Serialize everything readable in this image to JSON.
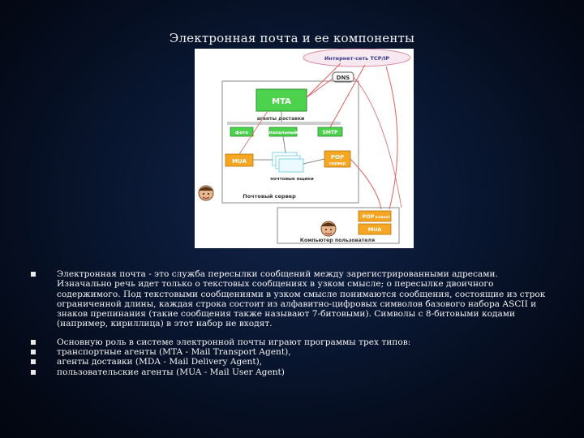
{
  "slide": {
    "title": "Электронная почта и ее компоненты"
  },
  "figure": {
    "internet_label": "Интернет-сеть TCP/IP",
    "dns": "DNS",
    "mta": "MTA",
    "delivery_agents": "агенты доставки",
    "agent_1": "фото",
    "agent_2": "локальный",
    "smtp": "SMTP",
    "mua": "MUA",
    "pop": "POP",
    "pop_sub": "сервер",
    "mailbox": "почтовые ящики",
    "mail_server": "Почтовый сервер",
    "pop_client": "POP",
    "pop_client_sub": "клиент",
    "mua_client": "MUA",
    "user_computer": "Компьютер пользователя",
    "colors": {
      "green": "#4cd24c",
      "orange": "#f5a623",
      "red": "#e06060",
      "cyan": "#7fd6e6"
    }
  },
  "bullets": [
    {
      "text": "Электронная почта - это служба пересылки сообщений между зарегистрированными адресами. Изначально речь идет только о текстовых сообщениях в узком смысле; о пересылке двоичного содержимого. Под текстовыми сообщениями в узком смысле понимаются сообщения, состоящие из строк ограниченной длины, каждая строка состоит из алфавитно-цифровых символов базового набора ASCII и знаков препинания (такие сообщения также называют 7-битовыми). Символы с 8-битовыми кодами (например, кириллица) в этот набор не входят."
    },
    {
      "text": "Основную роль в системе электронной почты играют программы трех типов:"
    },
    {
      "text": "транспортные агенты (MTA - Mail Transport Agent),"
    },
    {
      "text": "агенты доставки (MDA - Mail Delivery Agent),"
    },
    {
      "text": "пользовательские агенты (MUA - Mail User Agent)"
    }
  ]
}
